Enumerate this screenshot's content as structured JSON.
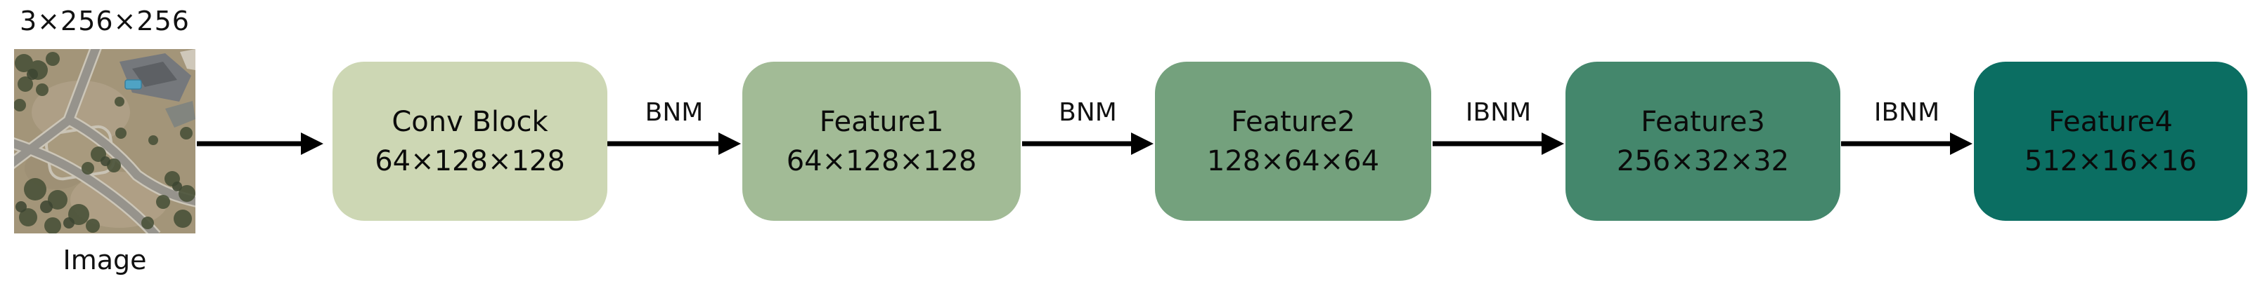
{
  "diagram": {
    "input": {
      "dims_label": "3×256×256",
      "caption": "Image"
    },
    "blocks": [
      {
        "title": "Conv Block",
        "dims": "64×128×128",
        "color": "#cdd7b4"
      },
      {
        "title": "Feature1",
        "dims": "64×128×128",
        "color": "#a2bb96"
      },
      {
        "title": "Feature2",
        "dims": "128×64×64",
        "color": "#74a17d"
      },
      {
        "title": "Feature3",
        "dims": "256×32×32",
        "color": "#44876c"
      },
      {
        "title": "Feature4",
        "dims": "512×16×16",
        "color": "#0b6e62"
      }
    ],
    "arrows": [
      {
        "label": ""
      },
      {
        "label": "BNM"
      },
      {
        "label": "BNM"
      },
      {
        "label": "IBNM"
      },
      {
        "label": "IBNM"
      }
    ],
    "colors": {
      "arrow": "#000000",
      "text": "#0b0b0b",
      "background": "#ffffff"
    }
  }
}
